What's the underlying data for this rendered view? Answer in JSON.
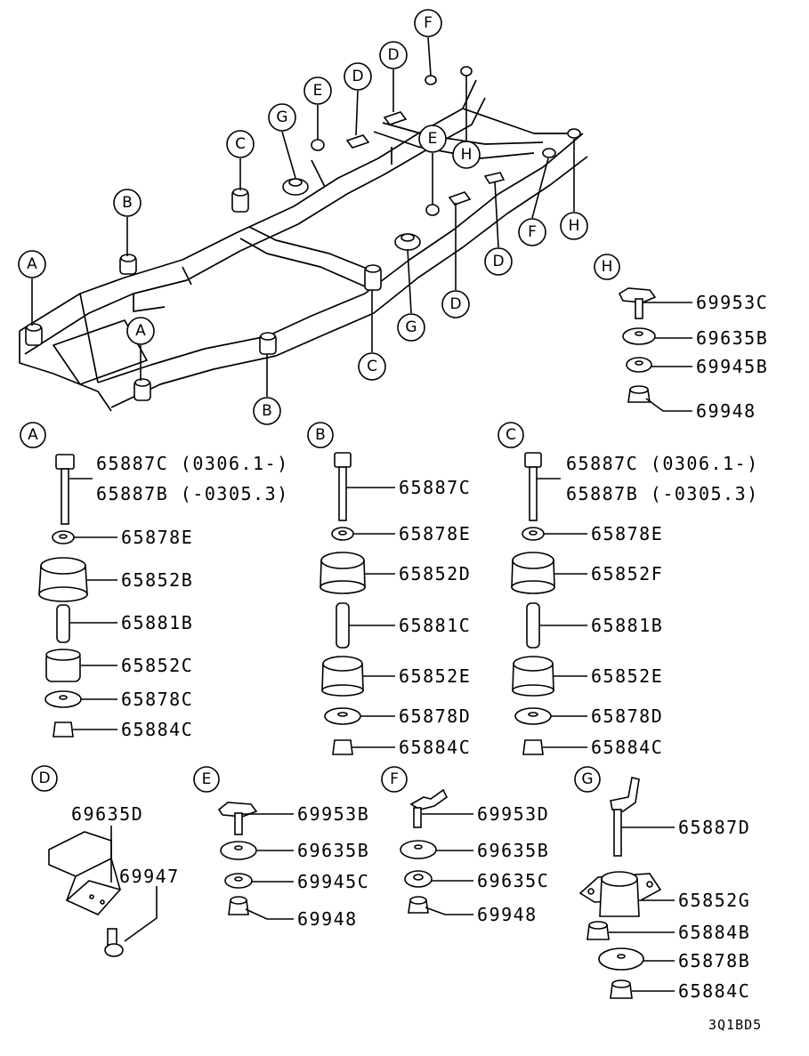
{
  "callouts": {
    "A": "A",
    "B": "B",
    "C": "C",
    "D": "D",
    "E": "E",
    "F": "F",
    "G": "G",
    "H": "H"
  },
  "group_H": [
    "69953C",
    "69635B",
    "69945B",
    "69948"
  ],
  "group_A": [
    "65887C (0306.1-)",
    "65887B (-0305.3)",
    "65878E",
    "65852B",
    "65881B",
    "65852C",
    "65878C",
    "65884C"
  ],
  "group_B": [
    "65887C",
    "65878E",
    "65852D",
    "65881C",
    "65852E",
    "65878D",
    "65884C"
  ],
  "group_C": [
    "65887C (0306.1-)",
    "65887B (-0305.3)",
    "65878E",
    "65852F",
    "65881B",
    "65852E",
    "65878D",
    "65884C"
  ],
  "group_D": [
    "69635D",
    "69947"
  ],
  "group_E": [
    "69953B",
    "69635B",
    "69945C",
    "69948"
  ],
  "group_F": [
    "69953D",
    "69635B",
    "69635C",
    "69948"
  ],
  "group_G": [
    "65887D",
    "65852G",
    "65884B",
    "65878B",
    "65884C"
  ],
  "figure_code": "3Q1BD5",
  "colors": {
    "ink": "#000000",
    "paper": "#ffffff"
  }
}
